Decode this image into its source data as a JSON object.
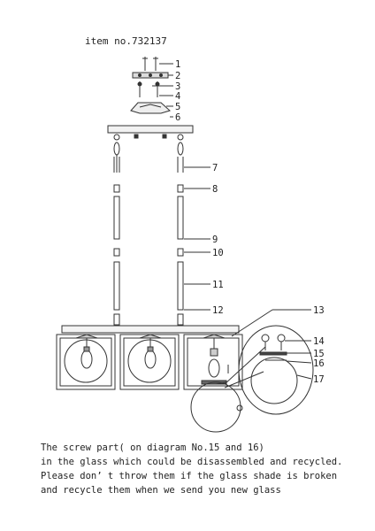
{
  "header": {
    "item_no": "item no.732137"
  },
  "callouts": [
    "1",
    "2",
    "3",
    "4",
    "5",
    "6",
    "7",
    "8",
    "9",
    "10",
    "11",
    "12",
    "13",
    "14",
    "15",
    "16",
    "17"
  ],
  "note": {
    "lines": [
      "The screw part( on diagram No.15 and 16)",
      "in the glass which could be disassembled and recycled.",
      "Please don’ t throw them if the glass shade is broken",
      "and recycle them when we send you new glass"
    ]
  }
}
